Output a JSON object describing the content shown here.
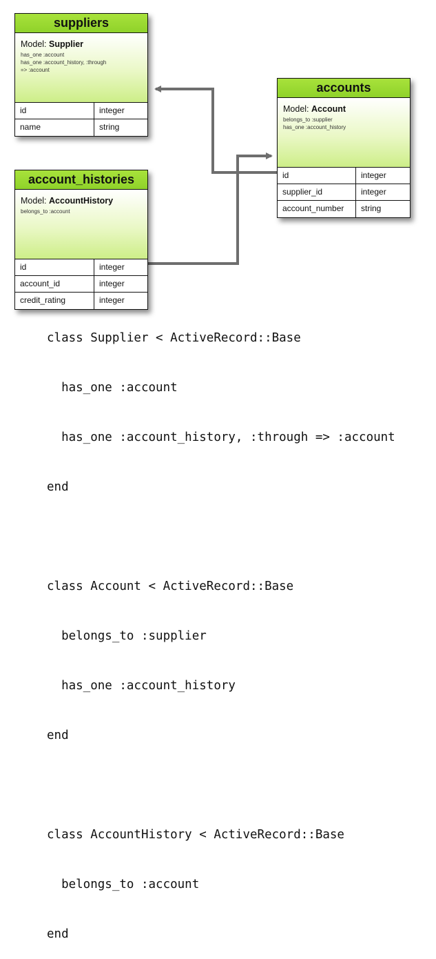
{
  "tables": {
    "suppliers": {
      "title": "suppliers",
      "model_prefix": "Model:",
      "model_name": "Supplier",
      "associations": [
        "has_one :account",
        "has_one :account_history, :through",
        "=> :account"
      ],
      "rows": [
        {
          "name": "id",
          "type": "integer"
        },
        {
          "name": "name",
          "type": "string"
        }
      ]
    },
    "accounts": {
      "title": "accounts",
      "model_prefix": "Model:",
      "model_name": "Account",
      "associations": [
        "belongs_to :supplier",
        "has_one :account_history"
      ],
      "rows": [
        {
          "name": "id",
          "type": "integer"
        },
        {
          "name": "supplier_id",
          "type": "integer"
        },
        {
          "name": "account_number",
          "type": "string"
        }
      ]
    },
    "account_histories": {
      "title": "account_histories",
      "model_prefix": "Model:",
      "model_name": "AccountHistory",
      "associations": [
        "belongs_to :account"
      ],
      "rows": [
        {
          "name": "id",
          "type": "integer"
        },
        {
          "name": "account_id",
          "type": "integer"
        },
        {
          "name": "credit_rating",
          "type": "integer"
        }
      ]
    }
  },
  "code_lines": [
    "class Supplier < ActiveRecord::Base",
    "  has_one :account",
    "  has_one :account_history, :through => :account",
    "end",
    "",
    "class Account < ActiveRecord::Base",
    "  belongs_to :supplier",
    "  has_one :account_history",
    "end",
    "",
    "class AccountHistory < ActiveRecord::Base",
    "  belongs_to :account",
    "end"
  ],
  "colors": {
    "header_green": "#99d92f",
    "connector_gray": "#6e6e6e"
  }
}
